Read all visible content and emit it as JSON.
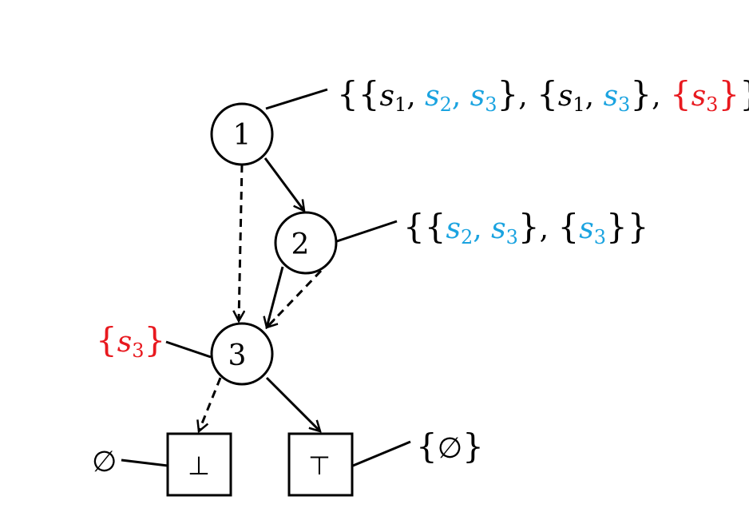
{
  "colors": {
    "black": "#000000",
    "blue": "#1aa3e0",
    "red": "#e8191f"
  },
  "nodes": {
    "n1": "1",
    "n2": "2",
    "n3": "3",
    "bottom": "⊥",
    "top": "⊤"
  },
  "annotations": {
    "n1": [
      {
        "t": "{",
        "c": "black",
        "k": "brace"
      },
      {
        "t": "{",
        "c": "black",
        "k": "brace"
      },
      {
        "t": "s",
        "c": "black",
        "k": "var"
      },
      {
        "t": "1",
        "c": "black",
        "k": "sub"
      },
      {
        "t": ", ",
        "c": "black",
        "k": "plain"
      },
      {
        "t": "s",
        "c": "blue",
        "k": "var"
      },
      {
        "t": "2",
        "c": "blue",
        "k": "sub"
      },
      {
        "t": ", ",
        "c": "blue",
        "k": "plain"
      },
      {
        "t": "s",
        "c": "blue",
        "k": "var"
      },
      {
        "t": "3",
        "c": "blue",
        "k": "sub"
      },
      {
        "t": "}",
        "c": "black",
        "k": "brace"
      },
      {
        "t": ", ",
        "c": "black",
        "k": "plain"
      },
      {
        "t": "{",
        "c": "black",
        "k": "brace"
      },
      {
        "t": "s",
        "c": "black",
        "k": "var"
      },
      {
        "t": "1",
        "c": "black",
        "k": "sub"
      },
      {
        "t": ", ",
        "c": "black",
        "k": "plain"
      },
      {
        "t": "s",
        "c": "blue",
        "k": "var"
      },
      {
        "t": "3",
        "c": "blue",
        "k": "sub"
      },
      {
        "t": "}",
        "c": "black",
        "k": "brace"
      },
      {
        "t": ", ",
        "c": "black",
        "k": "plain"
      },
      {
        "t": "{",
        "c": "red",
        "k": "brace"
      },
      {
        "t": "s",
        "c": "red",
        "k": "var"
      },
      {
        "t": "3",
        "c": "red",
        "k": "sub"
      },
      {
        "t": "}",
        "c": "red",
        "k": "brace"
      },
      {
        "t": "}",
        "c": "black",
        "k": "brace"
      }
    ],
    "n2": [
      {
        "t": "{",
        "c": "black",
        "k": "brace"
      },
      {
        "t": "{",
        "c": "black",
        "k": "brace"
      },
      {
        "t": "s",
        "c": "blue",
        "k": "var"
      },
      {
        "t": "2",
        "c": "blue",
        "k": "sub"
      },
      {
        "t": ", ",
        "c": "blue",
        "k": "plain"
      },
      {
        "t": "s",
        "c": "blue",
        "k": "var"
      },
      {
        "t": "3",
        "c": "blue",
        "k": "sub"
      },
      {
        "t": "}",
        "c": "black",
        "k": "brace"
      },
      {
        "t": ", ",
        "c": "black",
        "k": "plain"
      },
      {
        "t": "{",
        "c": "black",
        "k": "brace"
      },
      {
        "t": "s",
        "c": "blue",
        "k": "var"
      },
      {
        "t": "3",
        "c": "blue",
        "k": "sub"
      },
      {
        "t": "}",
        "c": "black",
        "k": "brace"
      },
      {
        "t": "}",
        "c": "black",
        "k": "brace"
      }
    ],
    "n3": [
      {
        "t": "{",
        "c": "red",
        "k": "brace"
      },
      {
        "t": "s",
        "c": "red",
        "k": "var"
      },
      {
        "t": "3",
        "c": "red",
        "k": "sub"
      },
      {
        "t": "}",
        "c": "red",
        "k": "brace"
      }
    ],
    "bottom": [
      {
        "t": "∅",
        "c": "black",
        "k": "plain"
      }
    ],
    "top": [
      {
        "t": "{",
        "c": "black",
        "k": "brace"
      },
      {
        "t": "∅",
        "c": "black",
        "k": "plain"
      },
      {
        "t": "}",
        "c": "black",
        "k": "brace"
      }
    ]
  }
}
